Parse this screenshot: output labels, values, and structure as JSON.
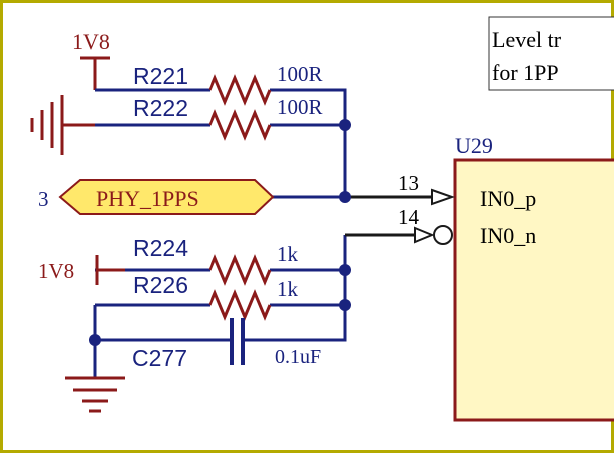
{
  "note_box": {
    "line1": "Level tr",
    "line2": "for 1PP"
  },
  "rails": {
    "top": "1V8",
    "mid": "1V8"
  },
  "resistors": {
    "r221": {
      "ref": "R221",
      "value": "100R"
    },
    "r222": {
      "ref": "R222",
      "value": "100R"
    },
    "r224": {
      "ref": "R224",
      "value": "1k"
    },
    "r226": {
      "ref": "R226",
      "value": "1k"
    }
  },
  "capacitor": {
    "ref": "C277",
    "value": "0.1uF"
  },
  "net_port": {
    "sheet": "3",
    "name": "PHY_1PPS"
  },
  "ic": {
    "ref": "U29",
    "pin_p_num": "13",
    "pin_p_name": "IN0_p",
    "pin_n_num": "14",
    "pin_n_name": "IN0_n"
  },
  "colors": {
    "frame": "#b4aa00",
    "wire": "#1a237e",
    "power": "#8b1a1a",
    "ref_text": "#1a237e",
    "value_text": "#1a237e",
    "port_fill": "#ffe86b",
    "port_text": "#8b1a1a",
    "ic_fill": "#fff7c4",
    "ic_border": "#8b1a1a",
    "junction": "#1a237e",
    "pin": "#1a1a1a"
  }
}
